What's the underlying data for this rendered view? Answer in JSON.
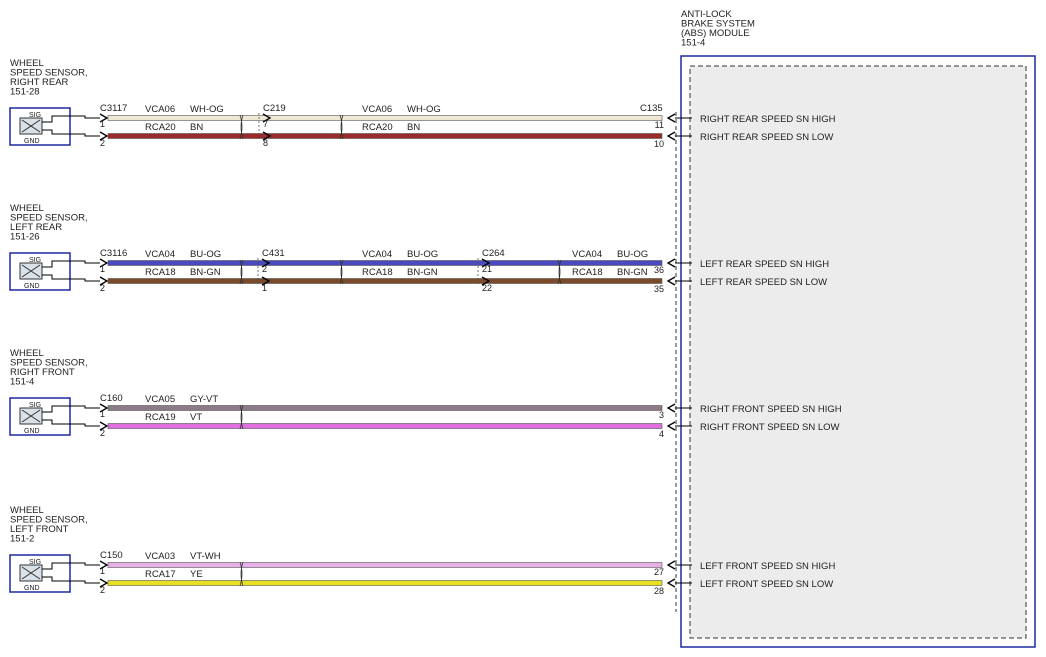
{
  "module": {
    "title_lines": [
      "ANTI-LOCK",
      "BRAKE SYSTEM",
      "(ABS) MODULE",
      "151-4"
    ]
  },
  "sensor_pin_labels": {
    "sig": "SIG",
    "gnd": "GND"
  },
  "sensors": [
    {
      "title_lines": [
        "WHEEL",
        "SPEED SENSOR,",
        "RIGHT REAR",
        "151-28"
      ],
      "pin_high": "1",
      "pin_low": "2",
      "high": {
        "segments": [
          {
            "circuit": "VCA06",
            "color_code": "WH-OG"
          },
          {
            "circuit": "VCA06",
            "color_code": "WH-OG"
          }
        ],
        "color": "#efe8d4"
      },
      "low": {
        "segments": [
          {
            "circuit": "RCA20",
            "color_code": "BN"
          },
          {
            "circuit": "RCA20",
            "color_code": "BN"
          }
        ],
        "color": "#9b2a2a"
      },
      "connectors": [
        {
          "name": "C3117",
          "pin_high": "1",
          "pin_low": "2"
        },
        {
          "name": "C219",
          "pin_high": "7",
          "pin_low": "8"
        }
      ],
      "module_connector": {
        "name": "C135",
        "pin_high": "11",
        "pin_low": "10"
      },
      "module_high_label": "RIGHT REAR SPEED SN HIGH",
      "module_low_label": "RIGHT REAR SPEED SN LOW"
    },
    {
      "title_lines": [
        "WHEEL",
        "SPEED SENSOR,",
        "LEFT REAR",
        "151-26"
      ],
      "pin_high": "1",
      "pin_low": "2",
      "high": {
        "segments": [
          {
            "circuit": "VCA04",
            "color_code": "BU-OG"
          },
          {
            "circuit": "VCA04",
            "color_code": "BU-OG"
          },
          {
            "circuit": "VCA04",
            "color_code": "BU-OG"
          }
        ],
        "color": "#4a4ac0"
      },
      "low": {
        "segments": [
          {
            "circuit": "RCA18",
            "color_code": "BN-GN"
          },
          {
            "circuit": "RCA18",
            "color_code": "BN-GN"
          },
          {
            "circuit": "RCA18",
            "color_code": "BN-GN"
          }
        ],
        "color": "#7a4a2a"
      },
      "connectors": [
        {
          "name": "C3116",
          "pin_high": "1",
          "pin_low": "2"
        },
        {
          "name": "C431",
          "pin_high": "2",
          "pin_low": "1"
        },
        {
          "name": "C264",
          "pin_high": "21",
          "pin_low": "22"
        }
      ],
      "module_connector": {
        "name": "",
        "pin_high": "36",
        "pin_low": "35"
      },
      "module_high_label": "LEFT REAR SPEED SN HIGH",
      "module_low_label": "LEFT REAR SPEED SN LOW"
    },
    {
      "title_lines": [
        "WHEEL",
        "SPEED SENSOR,",
        "RIGHT FRONT",
        "151-4"
      ],
      "pin_high": "1",
      "pin_low": "2",
      "high": {
        "segments": [
          {
            "circuit": "VCA05",
            "color_code": "GY-VT"
          }
        ],
        "color": "#8a7a8a"
      },
      "low": {
        "segments": [
          {
            "circuit": "RCA19",
            "color_code": "VT"
          }
        ],
        "color": "#e070e0"
      },
      "connectors": [
        {
          "name": "C160",
          "pin_high": "1",
          "pin_low": "2"
        }
      ],
      "module_connector": {
        "name": "",
        "pin_high": "3",
        "pin_low": "4"
      },
      "module_high_label": "RIGHT FRONT SPEED SN HIGH",
      "module_low_label": "RIGHT FRONT SPEED SN LOW"
    },
    {
      "title_lines": [
        "WHEEL",
        "SPEED SENSOR,",
        "LEFT FRONT",
        "151-2"
      ],
      "pin_high": "1",
      "pin_low": "2",
      "high": {
        "segments": [
          {
            "circuit": "VCA03",
            "color_code": "VT-WH"
          }
        ],
        "color": "#e8b0e8"
      },
      "low": {
        "segments": [
          {
            "circuit": "RCA17",
            "color_code": "YE"
          }
        ],
        "color": "#e8e020"
      },
      "connectors": [
        {
          "name": "C150",
          "pin_high": "1",
          "pin_low": "2"
        }
      ],
      "module_connector": {
        "name": "",
        "pin_high": "27",
        "pin_low": "28"
      },
      "module_high_label": "LEFT FRONT SPEED SN HIGH",
      "module_low_label": "LEFT FRONT SPEED SN LOW"
    }
  ],
  "colors": {
    "module_border": "#1e2a9e",
    "module_fill": "#ececec",
    "sensor_border": "#1e2a9e",
    "sensor_icon_fill": "#d8e2e8"
  }
}
